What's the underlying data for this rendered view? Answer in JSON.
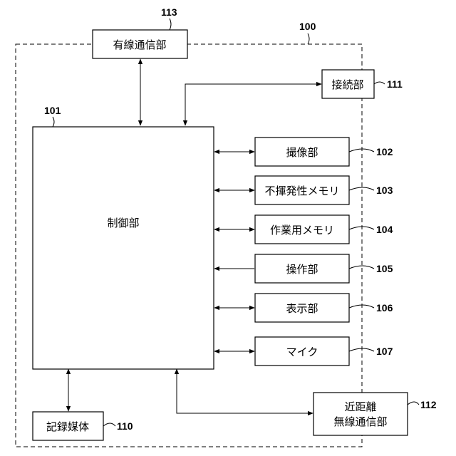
{
  "system": {
    "ref": "100"
  },
  "blocks": {
    "control": {
      "ref": "101",
      "label": "制御部"
    },
    "wired_comm": {
      "ref": "113",
      "label": "有線通信部"
    },
    "connection": {
      "ref": "111",
      "label": "接続部"
    },
    "imaging": {
      "ref": "102",
      "label": "撮像部"
    },
    "nonvolatile_memory": {
      "ref": "103",
      "label": "不揮発性メモリ"
    },
    "work_memory": {
      "ref": "104",
      "label": "作業用メモリ"
    },
    "operation": {
      "ref": "105",
      "label": "操作部"
    },
    "display": {
      "ref": "106",
      "label": "表示部"
    },
    "mic": {
      "ref": "107",
      "label": "マイク"
    },
    "recording_medium": {
      "ref": "110",
      "label": "記録媒体"
    },
    "nfc": {
      "ref": "112",
      "label_line1": "近距離",
      "label_line2": "無線通信部"
    }
  }
}
